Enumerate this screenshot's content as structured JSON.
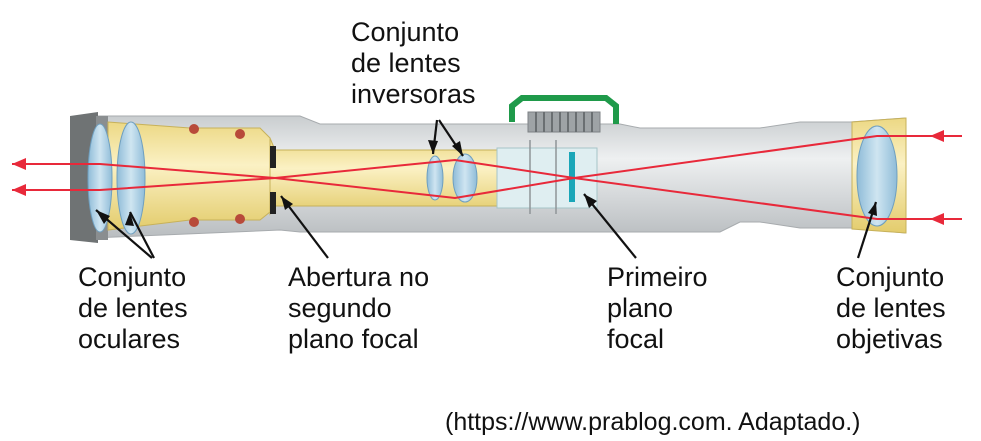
{
  "labels": {
    "inverter": "Conjunto\nde lentes\ninversoras",
    "ocular": "Conjunto\nde lentes\noculares",
    "aperture": "Abertura no\nsegundo\nplano focal",
    "first_focal": "Primeiro\nplano\nfocal",
    "objective": "Conjunto\nde lentes\nobjetivas"
  },
  "source": "(https://www.prablog.com. Adaptado.)",
  "colors": {
    "ray": "#e8293a",
    "housing": "#d4d7d8",
    "eyepiece_tube": "#f3e6a3",
    "lens": "#a9cde2",
    "turret": "#1f9a4a",
    "reticle": "#1aa6b8"
  }
}
